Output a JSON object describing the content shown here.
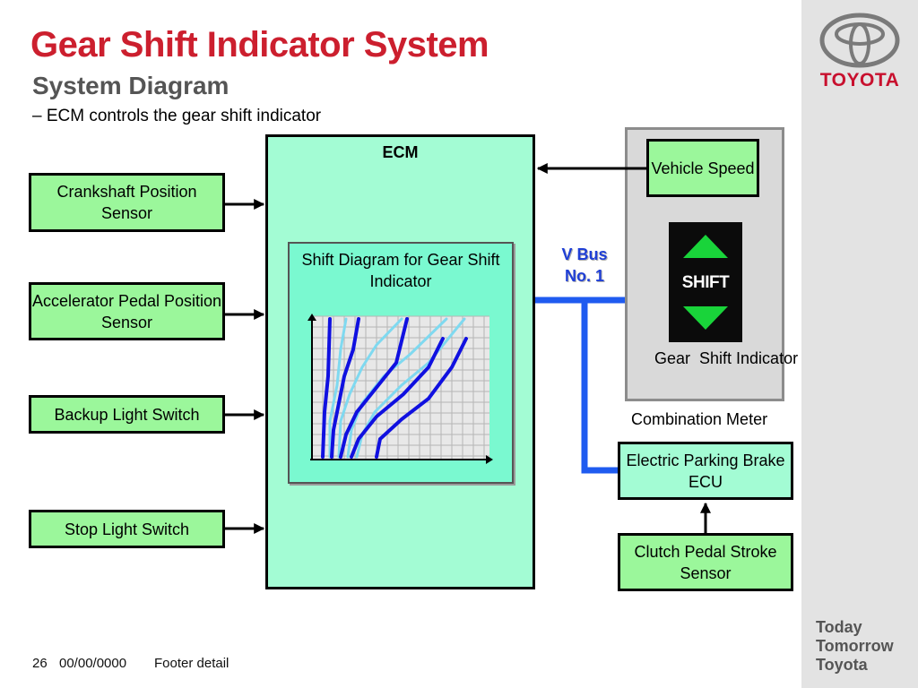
{
  "header": {
    "title": "Gear Shift Indicator System",
    "subtitle": "System Diagram",
    "bullet": "– ECM controls the gear shift indicator"
  },
  "diagram": {
    "inputs": [
      "Crankshaft Position Sensor",
      "Accelerator Pedal Position Sensor",
      "Backup Light Switch",
      "Stop Light Switch"
    ],
    "ecm_label": "ECM",
    "shift_diagram_label": "Shift Diagram for Gear Shift Indicator",
    "vbus_label": "V Bus No. 1",
    "vehicle_speed": "Vehicle Speed",
    "indicator_text": "SHIFT",
    "indicator_label": "Gear  Shift Indicator",
    "meter_label": "Combination Meter",
    "epb_ecu": "Electric Parking Brake ECU",
    "clutch_sensor": "Clutch Pedal Stroke Sensor"
  },
  "footer": {
    "page": "26",
    "date": "00/00/0000",
    "detail": "Footer detail"
  },
  "branding": {
    "brand": "TOYOTA",
    "slogan": [
      "Today",
      "Tomorrow",
      "Toyota"
    ]
  },
  "colors": {
    "title": "#cc1f2e",
    "sensor_box": "#9bf79b",
    "ecm": "#a3fcd4",
    "bus": "#1f5bf0",
    "brand_red": "#c8102e"
  }
}
